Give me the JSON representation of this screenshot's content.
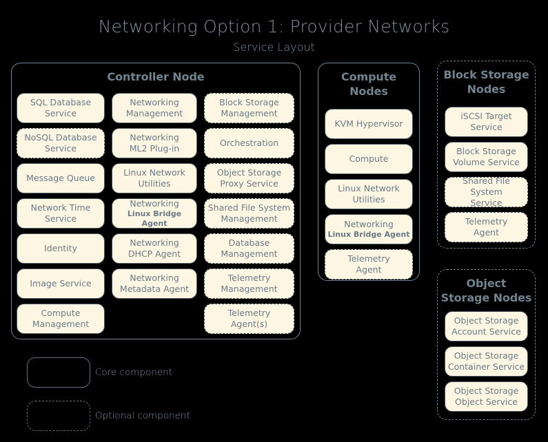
{
  "title": "Networking Option 1: Provider Networks",
  "subtitle": "Service Layout",
  "colors": {
    "background": "#000000",
    "title_text": "#7d8f9b",
    "container_border": "#6f8592",
    "chip_fill": "#fdf6e3",
    "chip_border": "#4a5a62",
    "chip_text": "#6a7b86"
  },
  "nodes": {
    "controller": {
      "title": "Controller Node",
      "container_style": "solid",
      "columns": [
        {
          "services": [
            {
              "line1": "SQL Database",
              "line2": "Service",
              "style": "solid"
            },
            {
              "line1": "NoSQL Database",
              "line2": "Service",
              "style": "dashed"
            },
            {
              "line1": "Message Queue",
              "line2": "",
              "style": "solid"
            },
            {
              "line1": "Network Time",
              "line2": "Service",
              "style": "solid"
            },
            {
              "line1": "Identity",
              "line2": "",
              "style": "solid"
            },
            {
              "line1": "Image Service",
              "line2": "",
              "style": "solid"
            },
            {
              "line1": "Compute",
              "line2": "Management",
              "style": "solid"
            }
          ]
        },
        {
          "services": [
            {
              "line1": "Networking",
              "line2": "Management",
              "style": "solid"
            },
            {
              "line1": "Networking",
              "line2": "ML2 Plug-in",
              "style": "solid"
            },
            {
              "line1": "Linux Network",
              "line2": "Utilities",
              "style": "solid"
            },
            {
              "line1": "Networking",
              "line2": "Linux Bridge Agent",
              "style": "solid",
              "small_second_line": true
            },
            {
              "line1": "Networking",
              "line2": "DHCP Agent",
              "style": "solid"
            },
            {
              "line1": "Networking",
              "line2": "Metadata Agent",
              "style": "solid"
            }
          ]
        },
        {
          "services": [
            {
              "line1": "Block Storage",
              "line2": "Management",
              "style": "dashed"
            },
            {
              "line1": "Orchestration",
              "line2": "",
              "style": "dashed"
            },
            {
              "line1": "Object Storage",
              "line2": "Proxy Service",
              "style": "dashed"
            },
            {
              "line1": "Shared File System",
              "line2": "Management",
              "style": "dashed"
            },
            {
              "line1": "Database",
              "line2": "Management",
              "style": "dashed"
            },
            {
              "line1": "Telemetry",
              "line2": "Management",
              "style": "dashed"
            },
            {
              "line1": "Telemetry",
              "line2": "Agent(s)",
              "style": "dashed"
            }
          ]
        }
      ]
    },
    "compute": {
      "title_line1": "Compute",
      "title_line2": "Nodes",
      "container_style": "solid",
      "services": [
        {
          "line1": "KVM Hypervisor",
          "line2": "",
          "style": "solid"
        },
        {
          "line1": "Compute",
          "line2": "",
          "style": "solid"
        },
        {
          "line1": "Linux Network",
          "line2": "Utilities",
          "style": "solid"
        },
        {
          "line1": "Networking",
          "line2": "Linux Bridge Agent",
          "style": "solid",
          "small_second_line": true
        },
        {
          "line1": "Telemetry",
          "line2": "Agent",
          "style": "dashed"
        }
      ]
    },
    "block_storage": {
      "title_line1": "Block Storage",
      "title_line2": "Nodes",
      "container_style": "dashed",
      "services": [
        {
          "line1": "iSCSI Target",
          "line2": "Service",
          "style": "solid"
        },
        {
          "line1": "Block Storage",
          "line2": "Volume Service",
          "style": "solid"
        },
        {
          "line1": "Shared File System",
          "line2": "Service",
          "style": "dashed"
        },
        {
          "line1": "Telemetry",
          "line2": "Agent",
          "style": "dashed"
        }
      ]
    },
    "object_storage": {
      "title_line1": "Object",
      "title_line2": "Storage Nodes",
      "container_style": "dashed",
      "services": [
        {
          "line1": "Object Storage",
          "line2": "Account Service",
          "style": "solid"
        },
        {
          "line1": "Object Storage",
          "line2": "Container Service",
          "style": "solid"
        },
        {
          "line1": "Object Storage",
          "line2": "Object Service",
          "style": "solid"
        }
      ]
    }
  },
  "legend": [
    {
      "label": "Core component",
      "style": "solid"
    },
    {
      "label": "Optional component",
      "style": "dashed"
    }
  ]
}
